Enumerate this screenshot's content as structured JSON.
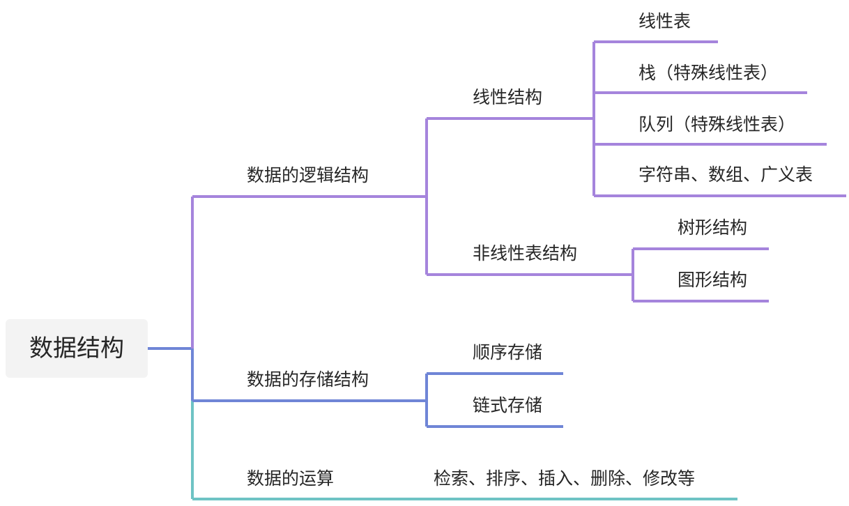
{
  "colors": {
    "logical": "#a584dc",
    "storage": "#6f85d6",
    "operation": "#6ec3c4",
    "root_bg": "#f3f3f3",
    "text": "#262626"
  },
  "root": {
    "label": "数据结构"
  },
  "branches": {
    "logical": {
      "label": "数据的逻辑结构",
      "linear": {
        "label": "线性结构",
        "items": [
          "线性表",
          "栈（特殊线性表）",
          "队列（特殊线性表）",
          "字符串、数组、广义表"
        ]
      },
      "nonlinear": {
        "label": "非线性表结构",
        "items": [
          "树形结构",
          "图形结构"
        ]
      }
    },
    "storage": {
      "label": "数据的存储结构",
      "items": [
        "顺序存储",
        "链式存储"
      ]
    },
    "operation": {
      "label": "数据的运算",
      "detail": "检索、排序、插入、删除、修改等"
    }
  }
}
